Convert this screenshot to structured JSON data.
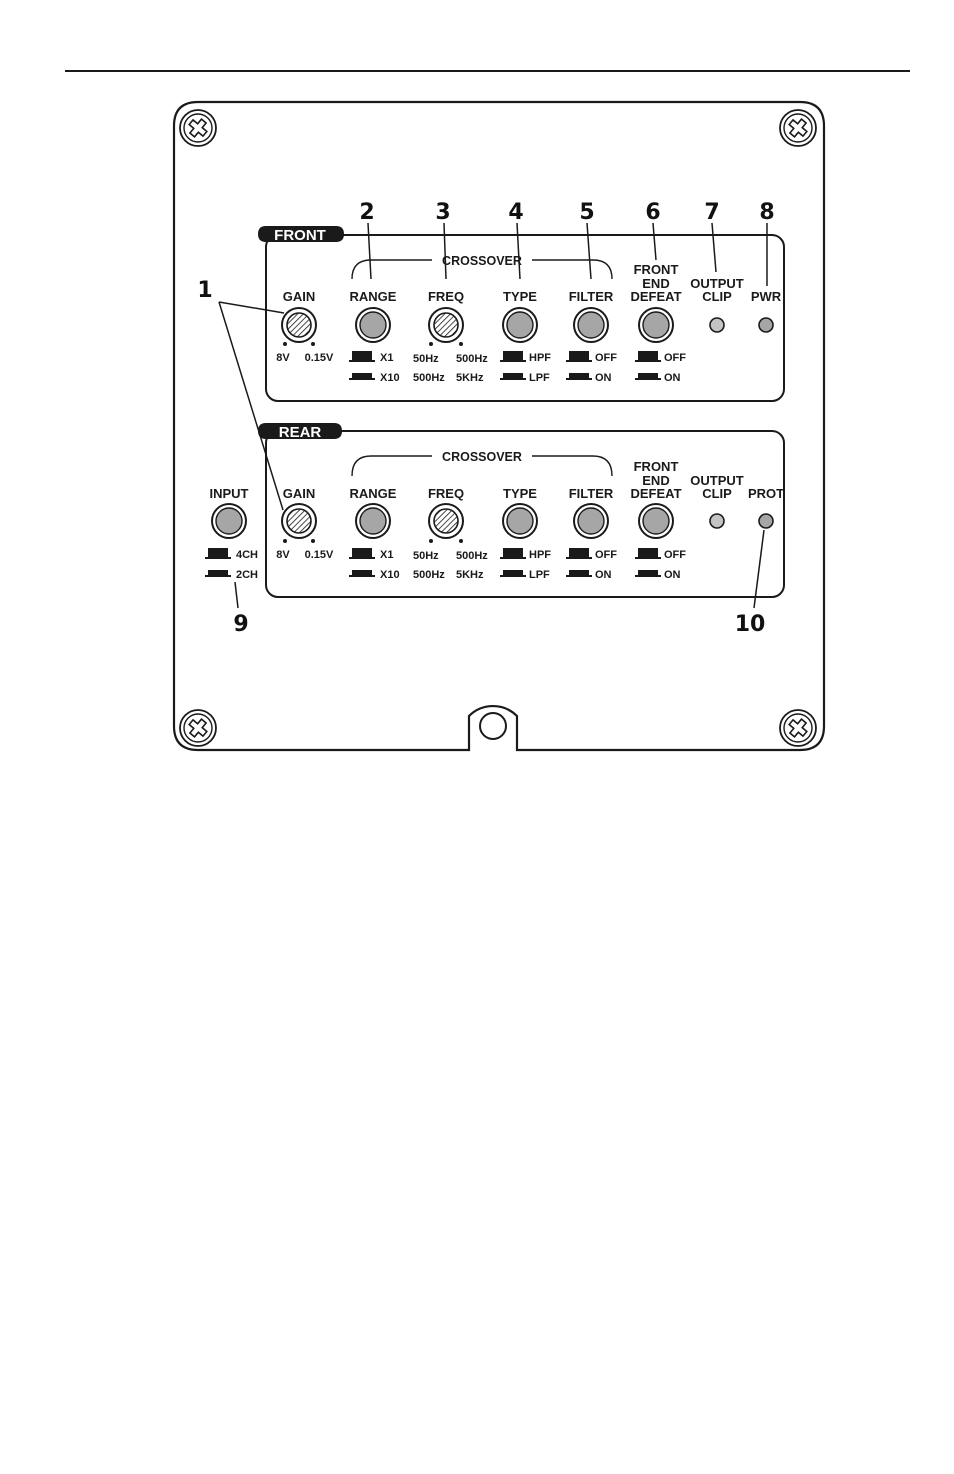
{
  "header_rule": true,
  "sections": {
    "front_tag": "FRONT",
    "rear_tag": "REAR",
    "crossover": "CROSSOVER"
  },
  "labels": {
    "input": "INPUT",
    "gain": "GAIN",
    "range": "RANGE",
    "freq": "FREQ",
    "type": "TYPE",
    "filter": "FILTER",
    "front": "FRONT",
    "end": "END",
    "defeat": "DEFEAT",
    "output": "OUTPUT",
    "clip": "CLIP",
    "pwr": "PWR",
    "prot": "PROT"
  },
  "options": {
    "gain_min": "8V",
    "gain_max": "0.15V",
    "range_up": "X1",
    "range_down": "X10",
    "freq_low_a": "50Hz",
    "freq_low_b": "500Hz",
    "freq_high_a": "500Hz",
    "freq_high_b": "5KHz",
    "type_up": "HPF",
    "type_down": "LPF",
    "filter_up": "OFF",
    "filter_down": "ON",
    "defeat_up": "OFF",
    "defeat_down": "ON",
    "input_up": "4CH",
    "input_down": "2CH"
  },
  "callouts": [
    "1",
    "2",
    "3",
    "4",
    "5",
    "6",
    "7",
    "8",
    "9",
    "10"
  ],
  "colors": {
    "ink": "#1a1a1a",
    "button_fill": "#a6a6a6",
    "led_fill": "#c4c4c4",
    "tag_fill": "#1a1a1a"
  }
}
